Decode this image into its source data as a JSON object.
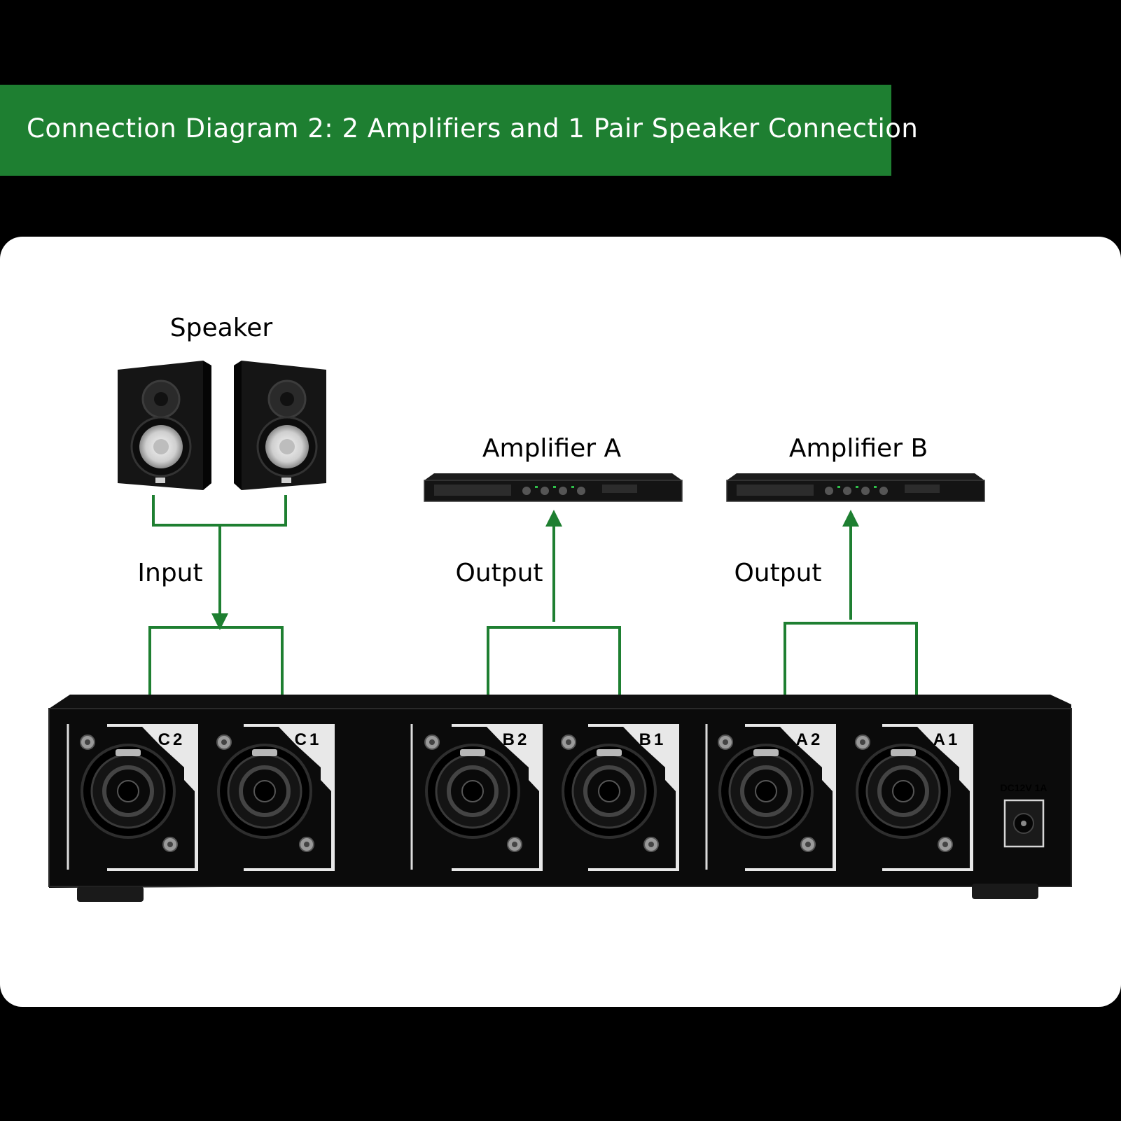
{
  "title": "Connection Diagram 2: 2 Amplifiers and 1 Pair Speaker Connection",
  "labels": {
    "speaker": "Speaker",
    "amp_a": "Amplifier A",
    "amp_b": "Amplifier B",
    "input": "Input",
    "output_a": "Output",
    "output_b": "Output"
  },
  "ports": [
    "C2",
    "C1",
    "B2",
    "B1",
    "A2",
    "A1"
  ],
  "power_label": "DC12V 1A",
  "colors": {
    "banner": "#1e7f31",
    "connector_line": "#1e7f31",
    "background": "#000000",
    "panel": "#ffffff"
  }
}
